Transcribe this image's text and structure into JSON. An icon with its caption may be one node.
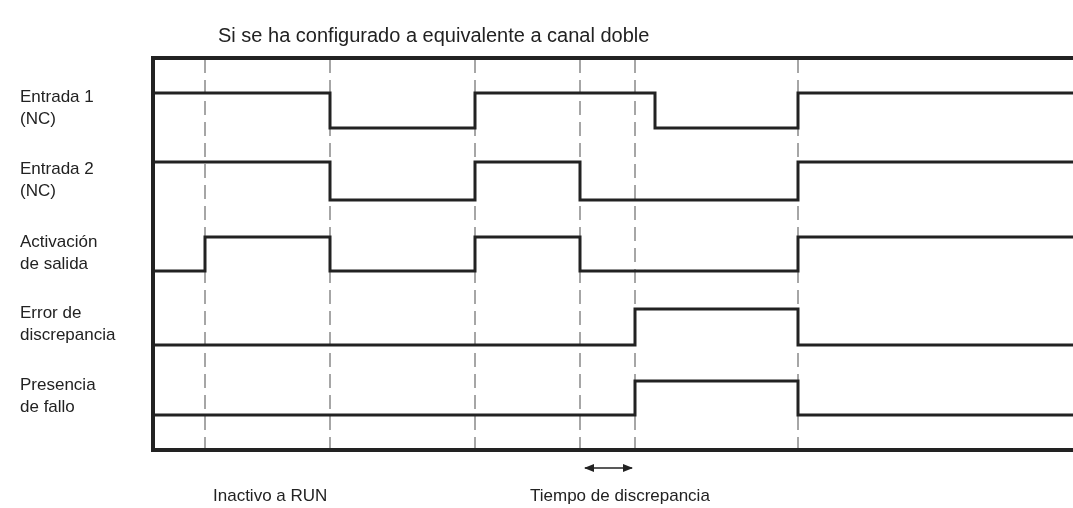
{
  "diagram": {
    "title": "Si se ha configurado a equivalente a canal doble",
    "labels": [
      "Entrada 1 (NC)",
      "Entrada 2 (NC)",
      "Activación de salida",
      "Error de discrepancia",
      "Presencia de fallo",
      "Inactivo a RUN",
      "Tiempo de discrepancia"
    ]
  }
}
